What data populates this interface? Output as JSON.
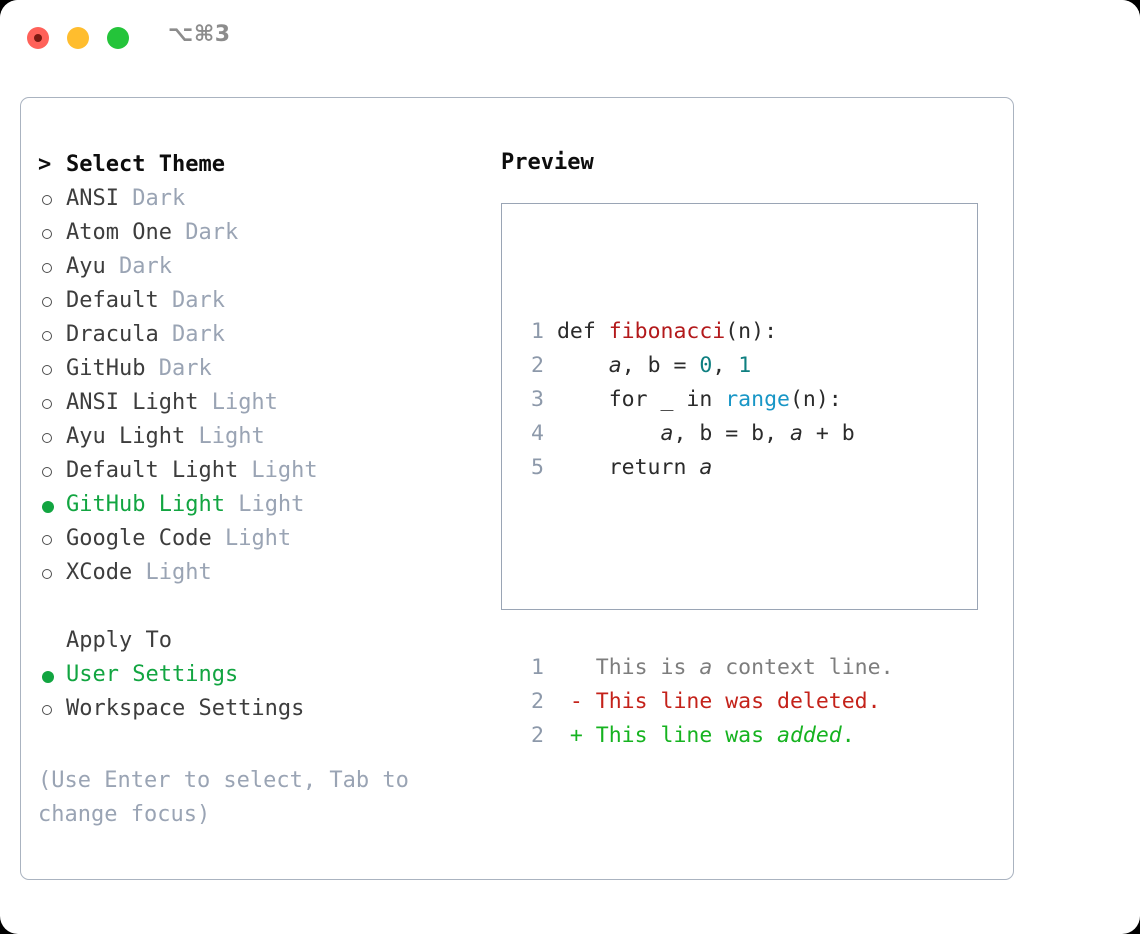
{
  "window": {
    "titlebar": {
      "shortcut": "⌥⌘3",
      "traffic_lights": [
        {
          "name": "close",
          "color": "#ff6159"
        },
        {
          "name": "minimize",
          "color": "#ffbd2e"
        },
        {
          "name": "maximize",
          "color": "#24c43a"
        }
      ]
    }
  },
  "left": {
    "header": {
      "marker": ">",
      "label": "Select Theme"
    },
    "themes": [
      {
        "marker": "○",
        "name": "ANSI",
        "suffix": "Dark",
        "selected": false
      },
      {
        "marker": "○",
        "name": "Atom One",
        "suffix": "Dark",
        "selected": false
      },
      {
        "marker": "○",
        "name": "Ayu",
        "suffix": "Dark",
        "selected": false
      },
      {
        "marker": "○",
        "name": "Default",
        "suffix": "Dark",
        "selected": false
      },
      {
        "marker": "○",
        "name": "Dracula",
        "suffix": "Dark",
        "selected": false
      },
      {
        "marker": "○",
        "name": "GitHub",
        "suffix": "Dark",
        "selected": false
      },
      {
        "marker": "○",
        "name": "ANSI Light",
        "suffix": "Light",
        "selected": false
      },
      {
        "marker": "○",
        "name": "Ayu Light",
        "suffix": "Light",
        "selected": false
      },
      {
        "marker": "○",
        "name": "Default Light",
        "suffix": "Light",
        "selected": false
      },
      {
        "marker": "●",
        "name": "GitHub Light",
        "suffix": "Light",
        "selected": true
      },
      {
        "marker": "○",
        "name": "Google Code",
        "suffix": "Light",
        "selected": false
      },
      {
        "marker": "○",
        "name": "XCode",
        "suffix": "Light",
        "selected": false
      }
    ],
    "apply_to": {
      "title": "Apply To",
      "options": [
        {
          "marker": "●",
          "label": "User Settings",
          "selected": true
        },
        {
          "marker": "○",
          "label": "Workspace Settings",
          "selected": false
        }
      ]
    },
    "hint": "(Use Enter to select, Tab to change focus)"
  },
  "right": {
    "title": "Preview",
    "code_lines": [
      {
        "num": "1",
        "tokens": [
          {
            "t": "def ",
            "c": "tok-def"
          },
          {
            "t": "fibonacci",
            "c": "tok-fn"
          },
          {
            "t": "(n):",
            "c": "tok-punct"
          }
        ]
      },
      {
        "num": "2",
        "tokens": [
          {
            "t": "    ",
            "c": "ctext"
          },
          {
            "t": "a",
            "c": "tok-var"
          },
          {
            "t": ", ",
            "c": "tok-punct"
          },
          {
            "t": "b",
            "c": "tok-kw"
          },
          {
            "t": " = ",
            "c": "tok-punct"
          },
          {
            "t": "0",
            "c": "tok-num"
          },
          {
            "t": ", ",
            "c": "tok-punct"
          },
          {
            "t": "1",
            "c": "tok-num"
          }
        ]
      },
      {
        "num": "3",
        "tokens": [
          {
            "t": "    for _ in ",
            "c": "tok-kw"
          },
          {
            "t": "range",
            "c": "tok-builtin"
          },
          {
            "t": "(n):",
            "c": "tok-punct"
          }
        ]
      },
      {
        "num": "4",
        "tokens": [
          {
            "t": "        ",
            "c": "ctext"
          },
          {
            "t": "a",
            "c": "tok-var"
          },
          {
            "t": ", ",
            "c": "tok-punct"
          },
          {
            "t": "b",
            "c": "tok-kw"
          },
          {
            "t": " = ",
            "c": "tok-punct"
          },
          {
            "t": "b",
            "c": "tok-kw"
          },
          {
            "t": ", ",
            "c": "tok-punct"
          },
          {
            "t": "a",
            "c": "tok-var"
          },
          {
            "t": " + ",
            "c": "tok-punct"
          },
          {
            "t": "b",
            "c": "tok-kw"
          }
        ]
      },
      {
        "num": "5",
        "tokens": [
          {
            "t": "    return ",
            "c": "tok-kw"
          },
          {
            "t": "a",
            "c": "tok-var"
          }
        ]
      }
    ],
    "diff_lines": [
      {
        "num": "1",
        "tokens": [
          {
            "t": "   This is ",
            "c": "diff-ctx"
          },
          {
            "t": "a",
            "c": "diff-ctx-i"
          },
          {
            "t": " context line.",
            "c": "diff-ctx"
          }
        ]
      },
      {
        "num": "2",
        "tokens": [
          {
            "t": " - This line was deleted.",
            "c": "diff-del"
          }
        ]
      },
      {
        "num": "2",
        "tokens": [
          {
            "t": " + This line was ",
            "c": "diff-add"
          },
          {
            "t": "added",
            "c": "diff-add-i"
          },
          {
            "t": ".",
            "c": "diff-add"
          }
        ]
      }
    ]
  },
  "colors": {
    "accent_green": "#12a541",
    "muted": "#9aa4b4",
    "border": "#aab3c0",
    "diff_add": "#16b320",
    "diff_del": "#c4221a",
    "fn_name": "#b3191b",
    "builtin": "#1896c6",
    "number": "#0e7f80"
  }
}
